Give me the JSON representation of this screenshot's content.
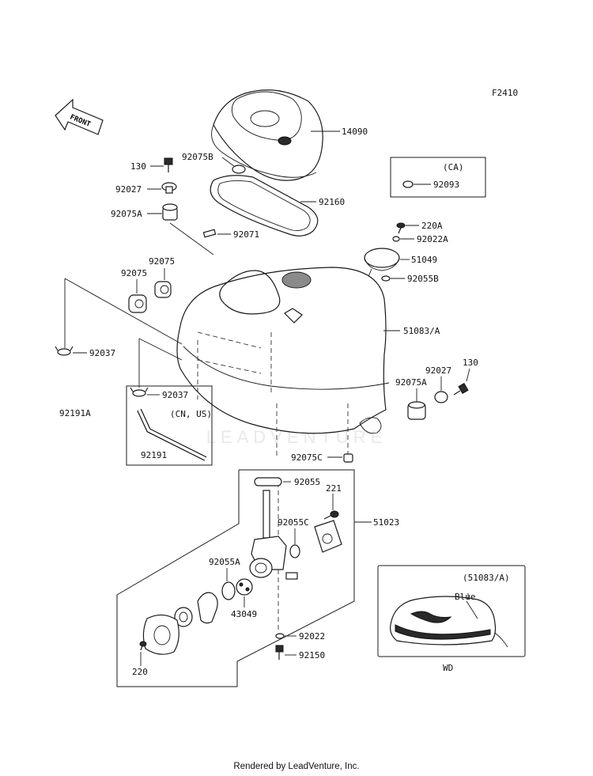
{
  "figure_code": "F2410",
  "front_label": "FRONT",
  "watermark": "LEADVENTURE",
  "footer": "Rendered by LeadVenture, Inc.",
  "colors": {
    "ink": "#1a1a1a",
    "watermark": "#e9e9e9"
  },
  "callouts": {
    "p14090": "14090",
    "p92075B": "92075B",
    "p130a": "130",
    "p92027a": "92027",
    "p92075Aa": "92075A",
    "p92160": "92160",
    "p92071": "92071",
    "p92075x": "92075",
    "p92075y": "92075",
    "p92037a": "92037",
    "p92191A": "92191A",
    "p92037b": "92037",
    "p92191": "92191",
    "p220A": "220A",
    "p92022A": "92022A",
    "p51049": "51049",
    "p92055B": "92055B",
    "p51083A": "51083/A",
    "p92027b": "92027",
    "p130b": "130",
    "p92075Ab": "92075A",
    "p92075C": "92075C",
    "p92055": "92055",
    "p221": "221",
    "p51023": "51023",
    "p92055C": "92055C",
    "p92055A": "92055A",
    "p43049": "43049",
    "p92022": "92022",
    "p92150": "92150",
    "p220": "220",
    "p92093": "92093"
  },
  "boxes": {
    "ca": {
      "title": "(CA)"
    },
    "cn_us": {
      "title": "(CN, US)"
    },
    "variant": {
      "title": "(51083/A)",
      "color_label": "Blue",
      "code": "WD"
    }
  }
}
